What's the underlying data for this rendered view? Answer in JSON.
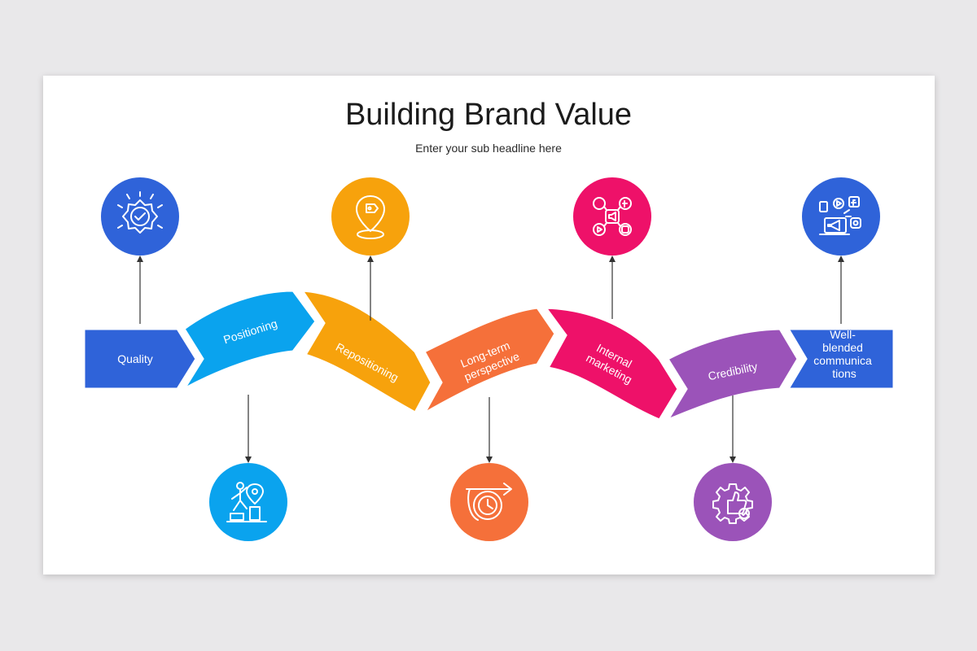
{
  "title": "Building Brand Value",
  "subtitle": "Enter your sub headline here",
  "steps": [
    {
      "label": "Quality",
      "color": "#2f63d9",
      "icon": "verified-badge-icon"
    },
    {
      "label": "Positioning",
      "color": "#0aa3ee",
      "icon": "climber-goal-icon"
    },
    {
      "label": "Repositioning",
      "color": "#f7a20c",
      "icon": "location-pin-tag-icon"
    },
    {
      "label": "Long-term perspective",
      "color": "#f5703a",
      "icon": "clock-arrow-icon"
    },
    {
      "label": "Internal marketing",
      "color": "#ee1169",
      "icon": "social-network-icon"
    },
    {
      "label": "Credibility",
      "color": "#9b53b9",
      "icon": "gear-thumbs-up-icon"
    },
    {
      "label": "Well-blended communications",
      "color": "#2f63d9",
      "icon": "media-campaign-icon"
    }
  ]
}
